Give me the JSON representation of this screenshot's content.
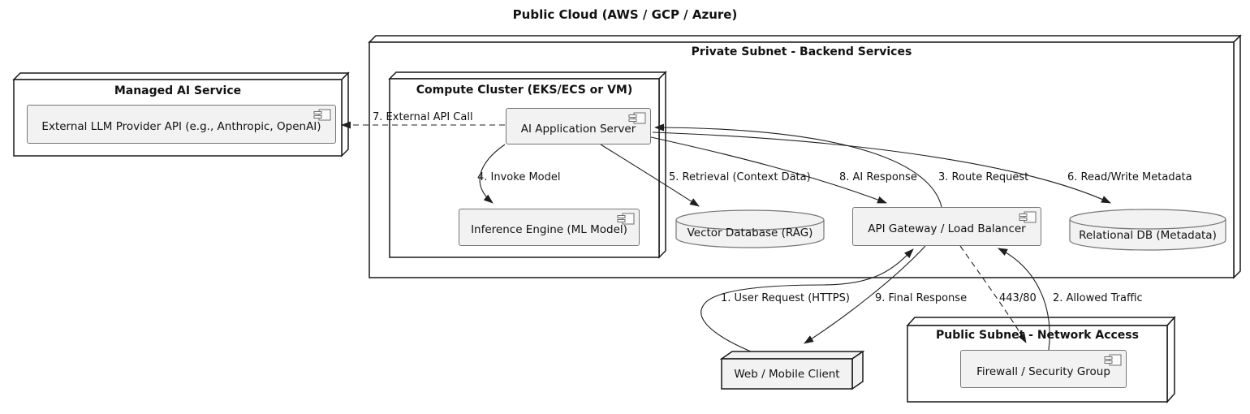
{
  "diagram_title": "Public Cloud (AWS / GCP / Azure)",
  "groups": {
    "managed_ai": {
      "title": "Managed AI Service"
    },
    "private_subnet": {
      "title": "Private Subnet - Backend Services"
    },
    "compute_cluster": {
      "title": "Compute Cluster (EKS/ECS or VM)"
    },
    "public_subnet": {
      "title": "Public Subnet - Network Access"
    }
  },
  "components": {
    "llm_api": {
      "label": "External LLM Provider API (e.g., Anthropic, OpenAI)"
    },
    "app_server": {
      "label": "AI Application Server"
    },
    "inference_engine": {
      "label": "Inference Engine (ML Model)"
    },
    "api_gateway": {
      "label": "API Gateway / Load Balancer"
    },
    "firewall": {
      "label": "Firewall / Security Group"
    }
  },
  "databases": {
    "vector_db": {
      "label": "Vector Database (RAG)"
    },
    "relational_db": {
      "label": "Relational DB (Metadata)"
    }
  },
  "nodes": {
    "web_client": {
      "label": "Web / Mobile Client"
    }
  },
  "edges": [
    {
      "label": "1. User Request (HTTPS)",
      "from": "web_client",
      "to": "api_gateway",
      "line": "solid"
    },
    {
      "label": "2. Allowed Traffic",
      "from": "firewall",
      "to": "api_gateway",
      "line": "solid"
    },
    {
      "label": "3. Route Request",
      "from": "api_gateway",
      "to": "app_server",
      "line": "solid"
    },
    {
      "label": "4. Invoke Model",
      "from": "app_server",
      "to": "inference_engine",
      "line": "solid"
    },
    {
      "label": "5. Retrieval (Context Data)",
      "from": "app_server",
      "to": "vector_db",
      "line": "solid"
    },
    {
      "label": "6. Read/Write Metadata",
      "from": "app_server",
      "to": "relational_db",
      "line": "solid"
    },
    {
      "label": "7. External API Call",
      "from": "app_server",
      "to": "llm_api",
      "line": "dashed"
    },
    {
      "label": "8. AI Response",
      "from": "app_server",
      "to": "api_gateway",
      "line": "solid"
    },
    {
      "label": "9. Final Response",
      "from": "api_gateway",
      "to": "web_client",
      "line": "solid"
    },
    {
      "label": "443/80",
      "from": "api_gateway",
      "to": "firewall",
      "line": "dashed"
    }
  ],
  "colors": {
    "background": "#ffffff",
    "node_border": "#181818",
    "node_fill": "#ffffff",
    "component_fill": "#f2f2f2",
    "component_border": "#767676",
    "edge_stroke": "#1f1f1f",
    "text": "#121212"
  }
}
